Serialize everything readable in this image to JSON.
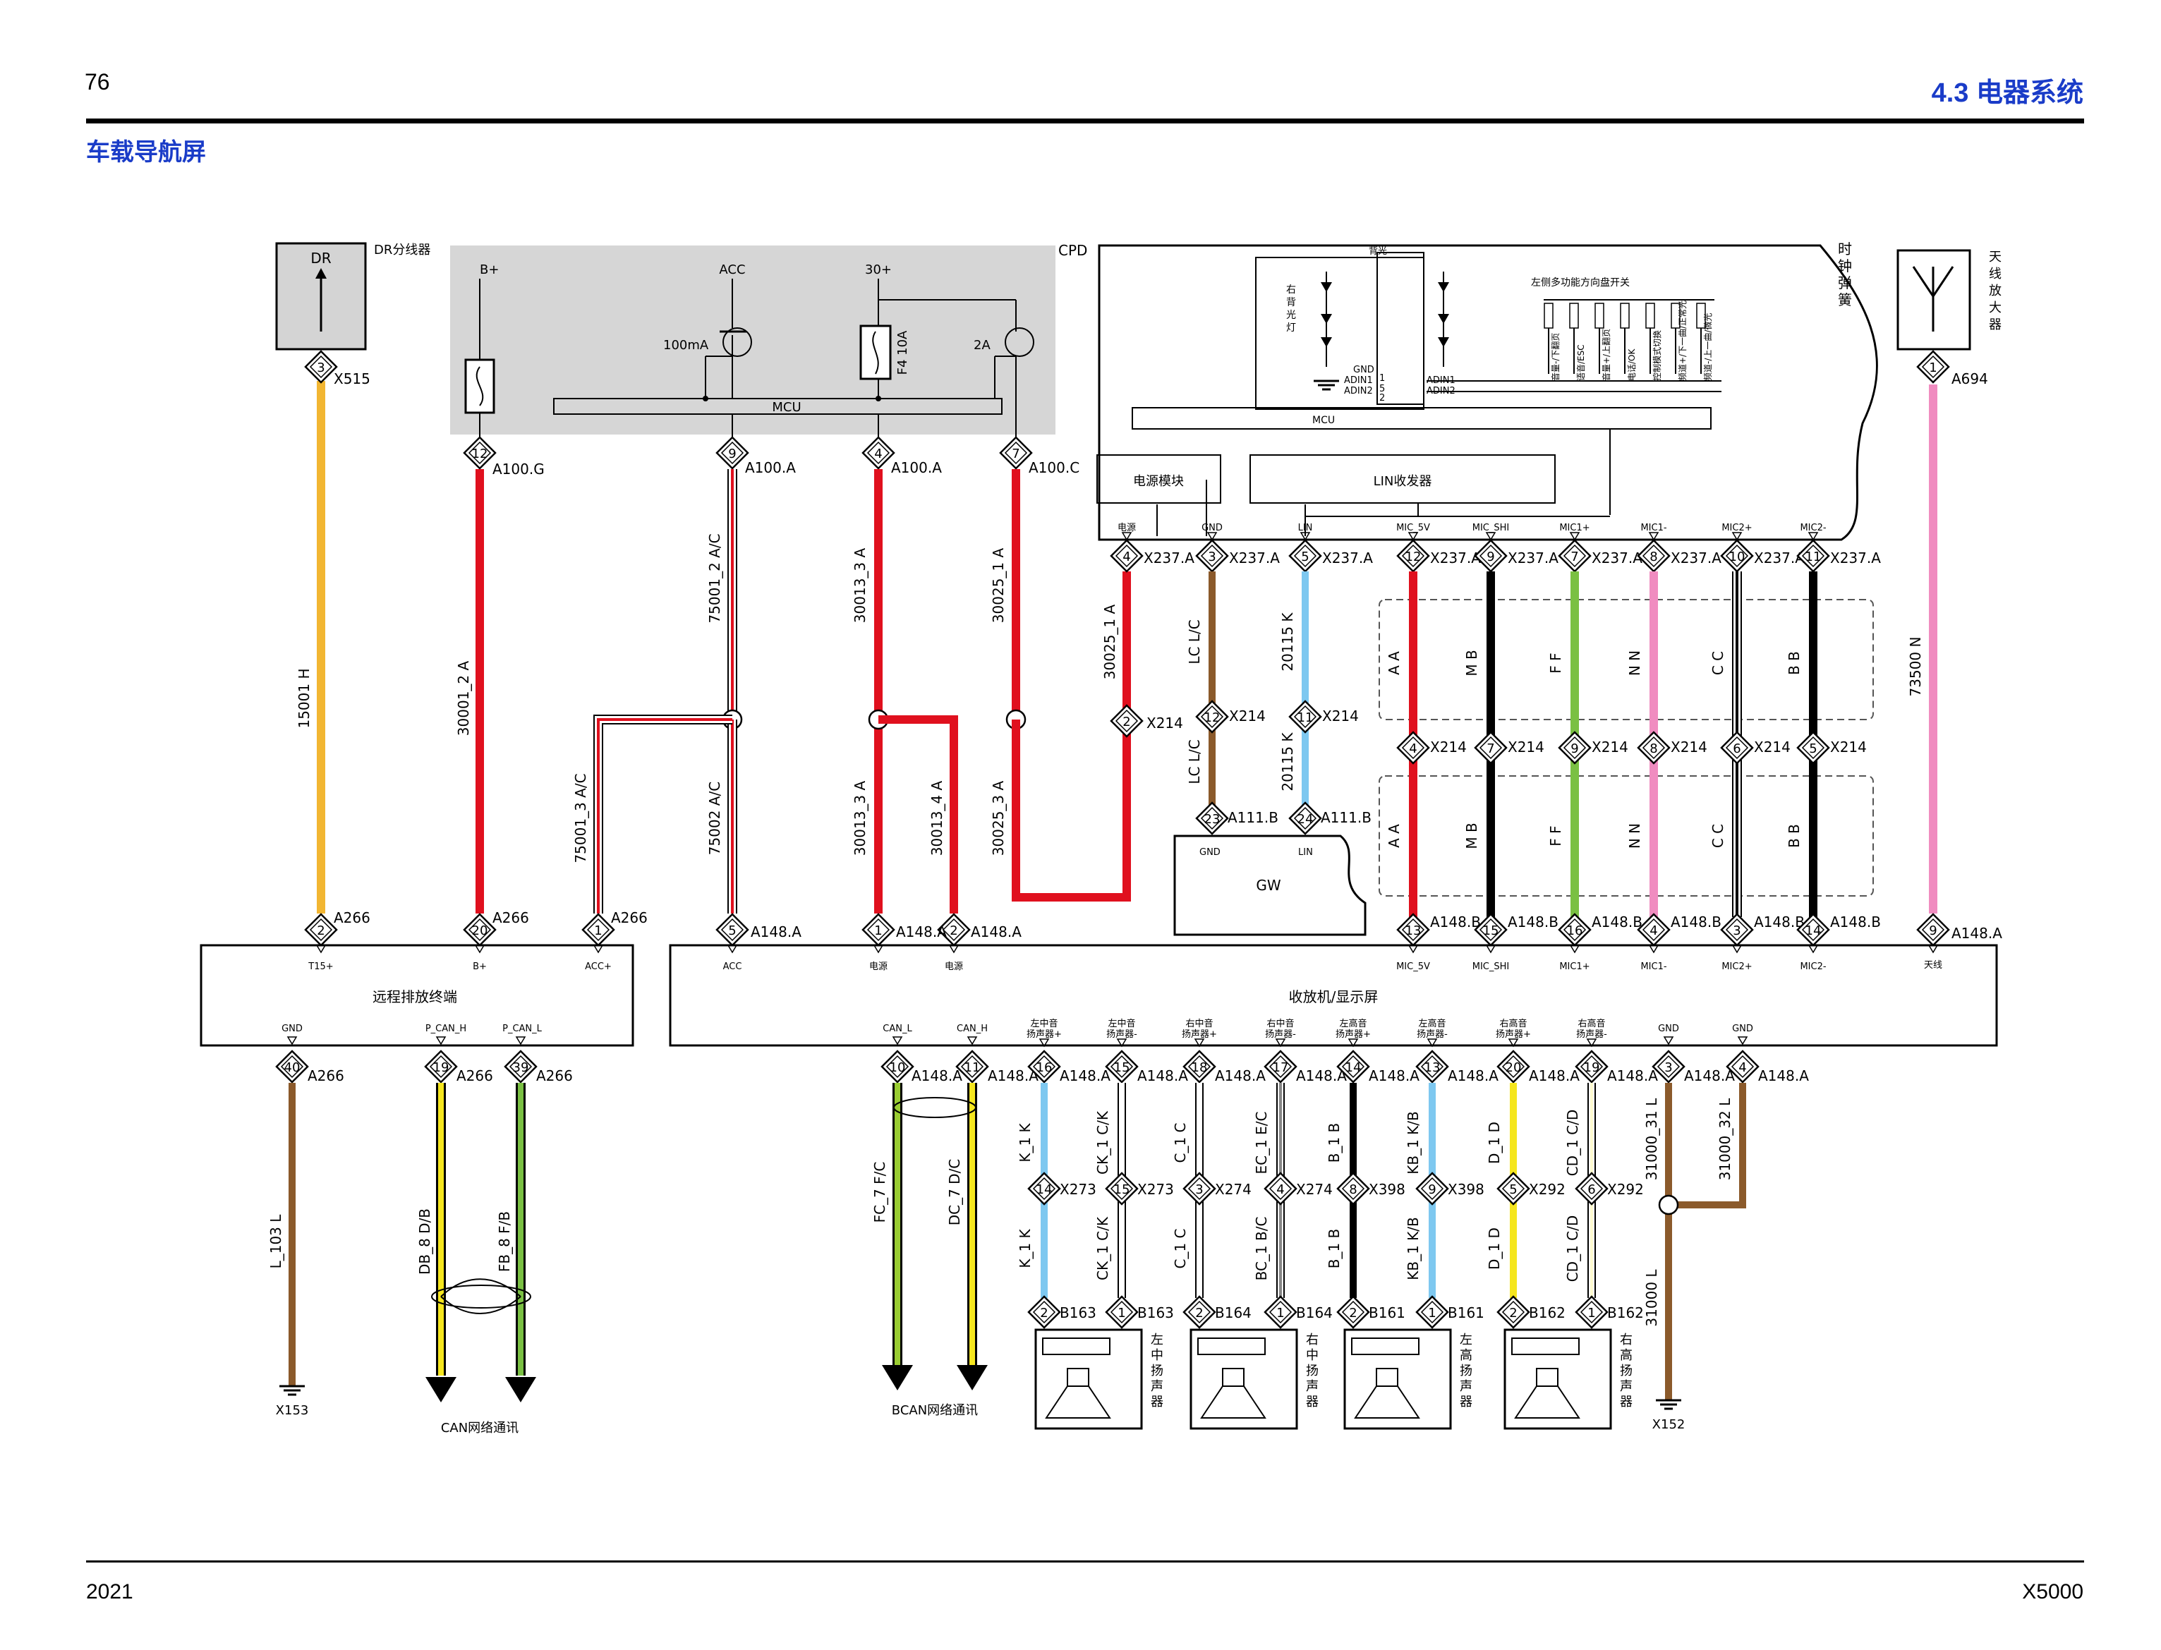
{
  "header": {
    "page_number": "76",
    "section": "4.3 电器系统",
    "title": "车载导航屏"
  },
  "footer": {
    "year": "2021",
    "model": "X5000"
  },
  "modules": {
    "dr": {
      "label": "DR",
      "name": "DR分线器"
    },
    "cpd": {
      "name": "CPD",
      "b_plus": "B+",
      "acc": "ACC",
      "b30": "30+",
      "mos1": "100mA",
      "mos2": "2A",
      "fuse": "F4 10A",
      "mcu": "MCU"
    },
    "clock_spring": {
      "name": "时钟弹簧",
      "backlight": "背光",
      "right_backlight": "右背光灯",
      "switch_title": "左侧多功能方向盘开关",
      "gnd": "GND",
      "adin1": "ADIN1",
      "adin2": "ADIN2",
      "mcu": "MCU",
      "power_module": "电源模块",
      "lin_transceiver": "LIN收发器",
      "switch_labels": [
        "音量-/下翻页",
        "语音/ESC",
        "音量+/上翻页",
        "电话/OK",
        "控制模式切换",
        "频道+/下一曲/正常光",
        "频道-/上一曲/微光"
      ]
    },
    "antenna": {
      "name": "天线放大器"
    },
    "remote": {
      "name": "远程排放终端"
    },
    "head_unit": {
      "name": "收放机/显示屏"
    },
    "gw": {
      "name": "GW"
    },
    "speakers": [
      {
        "name": "左中扬声器",
        "connector": "B163"
      },
      {
        "name": "右中扬声器",
        "connector": "B164"
      },
      {
        "name": "左高扬声器",
        "connector": "B161"
      },
      {
        "name": "右高扬声器",
        "connector": "B162"
      }
    ]
  },
  "bus_labels": {
    "can": "CAN网络通讯",
    "bcan": "BCAN网络通讯"
  },
  "grounds": {
    "g1": "X153",
    "g2": "X152"
  },
  "wires": [
    {
      "id": "15001_H",
      "color": "#f2b632"
    },
    {
      "id": "30001_2 A",
      "color": "#e0101e"
    },
    {
      "id": "75001_2 A/C",
      "color": "#e0101e"
    },
    {
      "id": "75001_3 A/C",
      "color": "#e0101e"
    },
    {
      "id": "75002 A/C",
      "color": "#e0101e"
    },
    {
      "id": "30013_3 A",
      "color": "#e0101e"
    },
    {
      "id": "30013_4 A",
      "color": "#e0101e"
    },
    {
      "id": "30025_1 A",
      "color": "#e0101e"
    },
    {
      "id": "30025_3 A",
      "color": "#e0101e"
    },
    {
      "id": "LC L/C",
      "color": "#8b5a2b"
    },
    {
      "id": "20115 K",
      "color": "#7ec8f0"
    },
    {
      "id": "73500 N",
      "color": "#f08cc0"
    },
    {
      "id": "L_103 L",
      "color": "#8b5a2b"
    },
    {
      "id": "DB_8 D/B",
      "color": "#f5e61e"
    },
    {
      "id": "FB_8 F/B",
      "color": "#7ac043"
    },
    {
      "id": "FC_7 F/C",
      "color": "#9acd32"
    },
    {
      "id": "DC_7 D/C",
      "color": "#f5e61e"
    },
    {
      "id": "31000_31 L",
      "color": "#8b5a2b"
    },
    {
      "id": "31000_32 L",
      "color": "#8b5a2b"
    },
    {
      "id": "31000 L",
      "color": "#8b5a2b"
    }
  ],
  "labels": {
    "x515": "X515",
    "a100g": "A100.G",
    "a100a": "A100.A",
    "a100c": "A100.C",
    "a266": "A266",
    "a148a": "A148.A",
    "a148b": "A148.B",
    "x237a": "X237.A",
    "x214": "X214",
    "a111b": "A111.B",
    "a694": "A694",
    "x273": "X273",
    "x274": "X274",
    "x398": "X398",
    "x292": "X292",
    "t15": "T15+",
    "bplus": "B+",
    "accplus": "ACC+",
    "acc": "ACC",
    "power": "电源",
    "gnd": "GND",
    "lin": "LIN",
    "pcanh": "P_CAN_H",
    "pcanl": "P_CAN_L",
    "canl": "CAN_L",
    "canh": "CAN_H",
    "antenna": "天线",
    "mic5v": "MIC_5V",
    "micshi": "MIC_SHI",
    "mic1p": "MIC1+",
    "mic1m": "MIC1-",
    "mic2p": "MIC2+",
    "mic2m": "MIC2-"
  },
  "spk_pins": [
    "左中音扬声器+",
    "左中音扬声器-",
    "右中音扬声器+",
    "右中音扬声器-",
    "左高音扬声器+",
    "左高音扬声器-",
    "右高音扬声器+",
    "右高音扬声器-"
  ]
}
